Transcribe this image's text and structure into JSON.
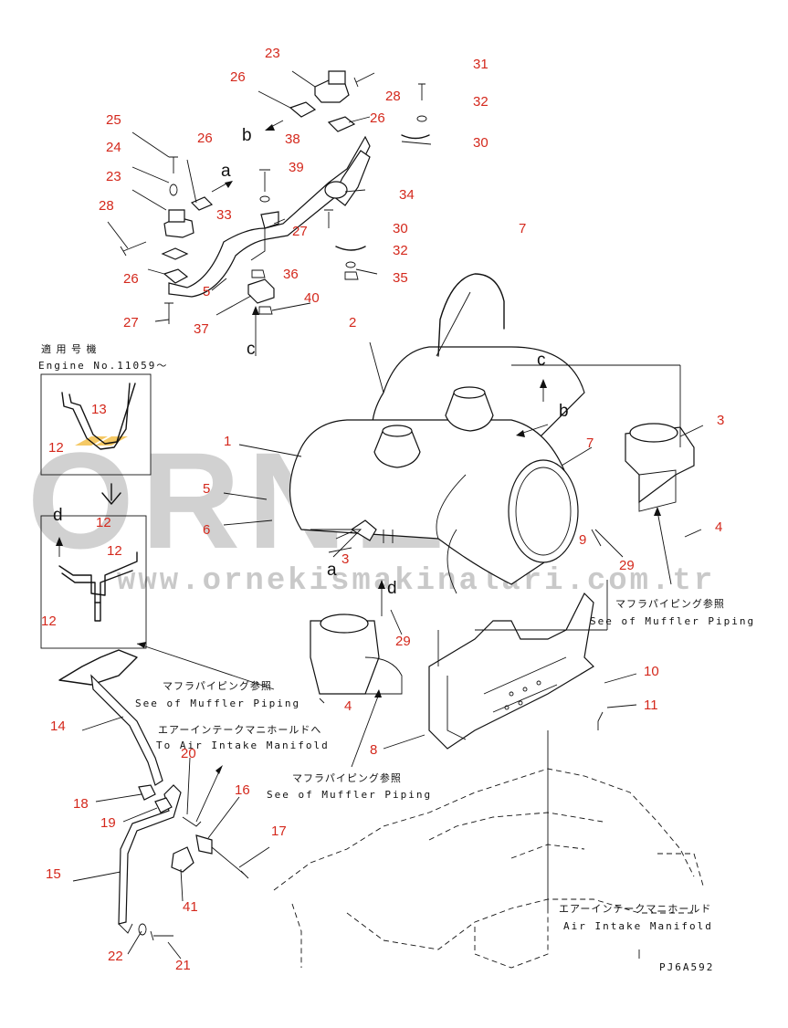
{
  "watermark": {
    "logo_text": "ORNEK",
    "url": "www.ornekismakinalari.com.tr",
    "accent_color": "#f3c04a",
    "text_color": "#8a8a8a"
  },
  "callout_color": "#d4281c",
  "callouts": [
    "1",
    "2",
    "3",
    "3",
    "4",
    "4",
    "5",
    "5",
    "6",
    "7",
    "7",
    "8",
    "9",
    "10",
    "11",
    "12",
    "12",
    "12",
    "12",
    "13",
    "14",
    "15",
    "16",
    "17",
    "18",
    "19",
    "20",
    "21",
    "22",
    "23",
    "23",
    "24",
    "25",
    "26",
    "26",
    "26",
    "26",
    "27",
    "27",
    "28",
    "28",
    "29",
    "29",
    "30",
    "30",
    "31",
    "32",
    "32",
    "33",
    "34",
    "35",
    "36",
    "37",
    "38",
    "39",
    "40",
    "41"
  ],
  "view_labels": {
    "a1": "a",
    "a2": "a",
    "b1": "b",
    "b2": "b",
    "c1": "c",
    "c2": "c",
    "d1": "d",
    "d2": "d"
  },
  "annotations": {
    "engine_applic_jp": "適 用 号 機",
    "engine_applic_en": "Engine No.11059～",
    "muffler_piping_jp_1": "マフラパイピング参照",
    "muffler_piping_en_1": "See of Muffler Piping",
    "to_intake_jp": "エアーインテークマニホールドへ",
    "to_intake_en": "To Air Intake Manifold",
    "muffler_piping_jp_2": "マフラパイピング参照",
    "muffler_piping_en_2": "See of Muffler Piping",
    "muffler_piping_jp_3": "マフラパイピング参照",
    "muffler_piping_en_3": "See of Muffler Piping",
    "intake_jp": "エアーインテークマニホールド",
    "intake_en": "Air Intake Manifold",
    "drawing_code": "PJ6A592"
  }
}
